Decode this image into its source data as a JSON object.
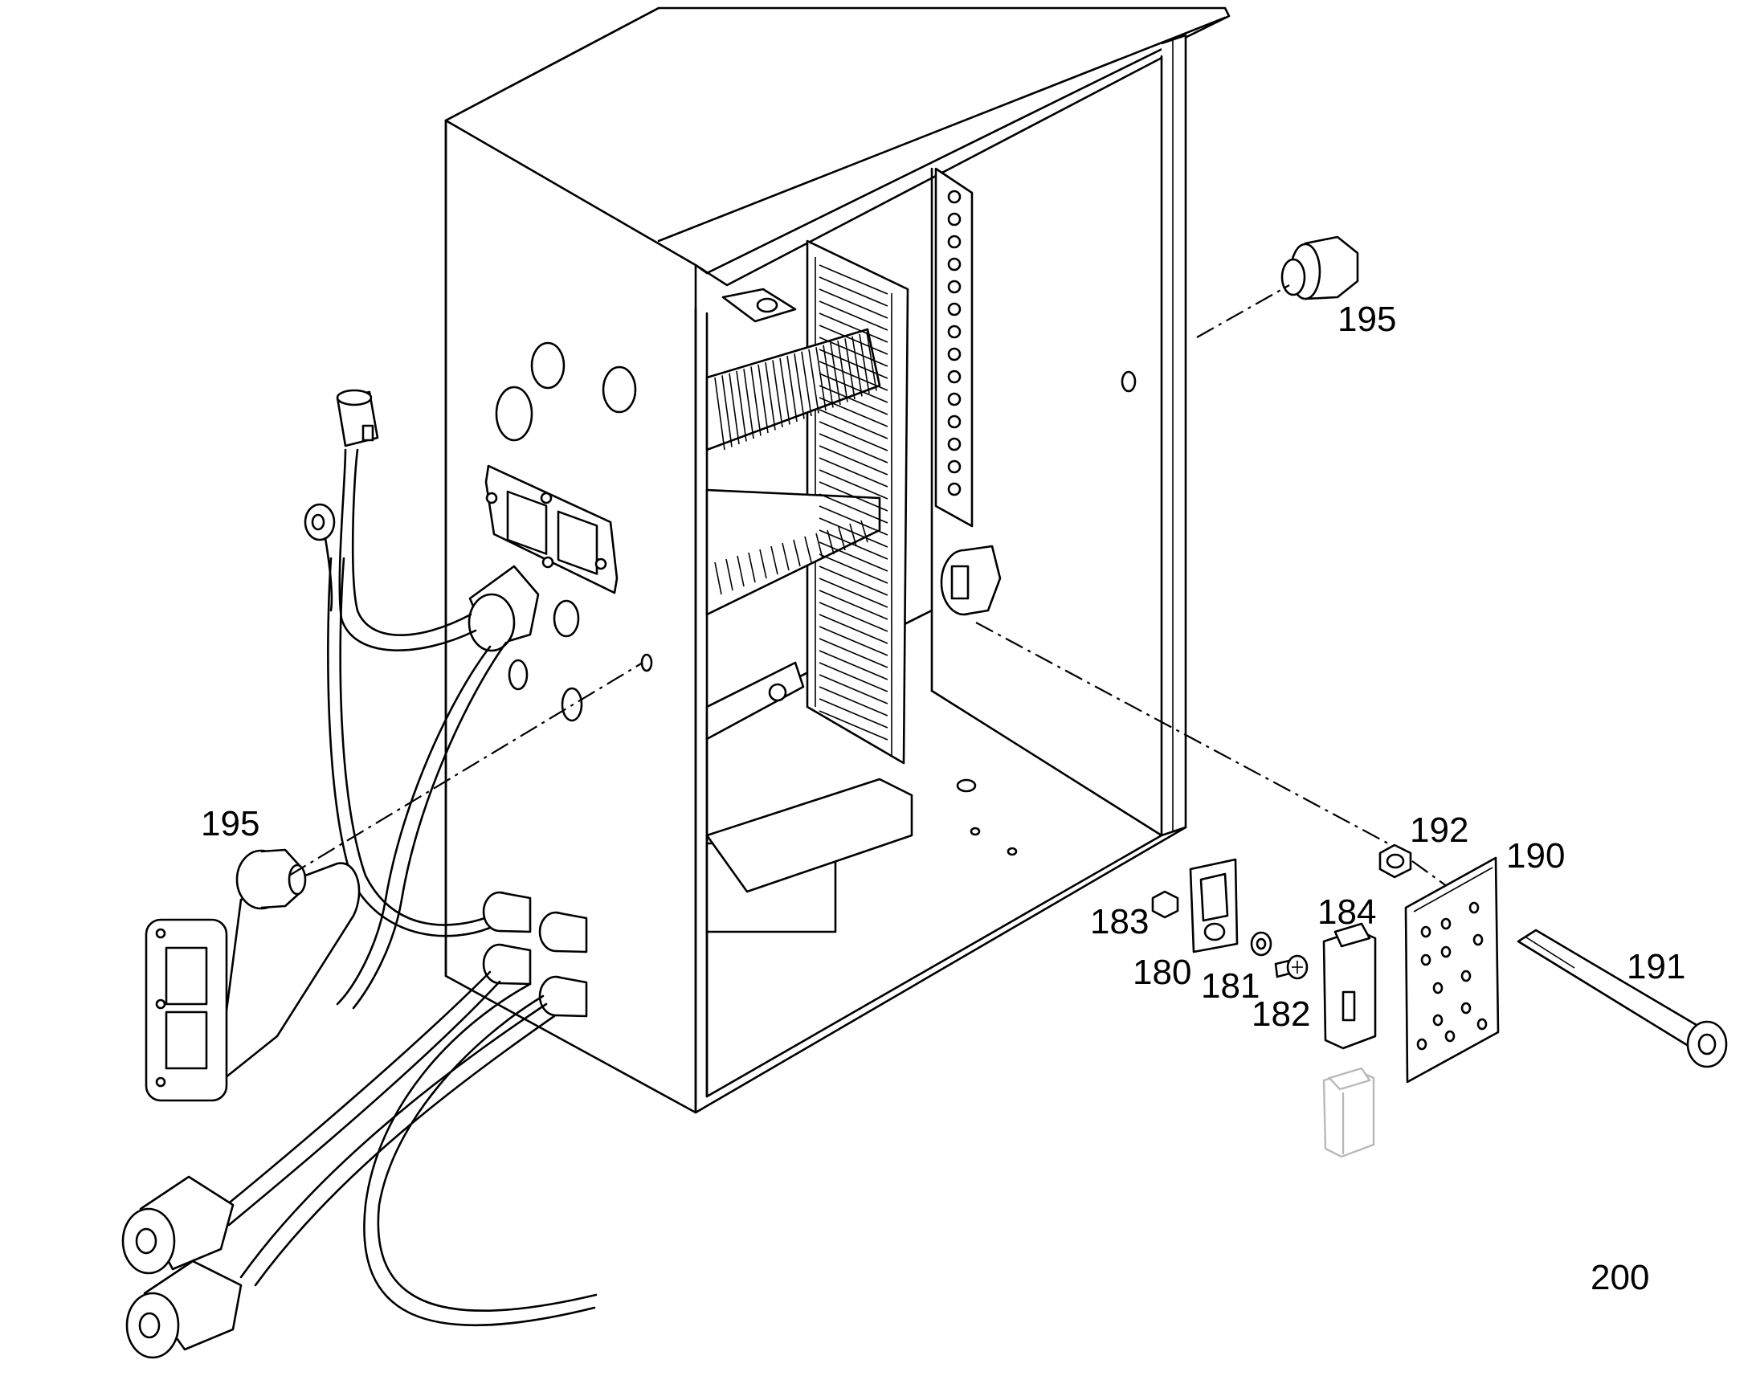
{
  "drawing": {
    "figure_number": "200",
    "callouts": {
      "c195_top": "195",
      "c195_left": "195",
      "c192": "192",
      "c190": "190",
      "c191": "191",
      "c183": "183",
      "c184": "184",
      "c180": "180",
      "c181": "181",
      "c182": "182"
    }
  }
}
